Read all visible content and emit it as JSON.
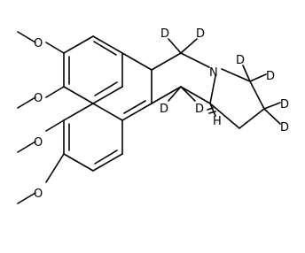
{
  "molecule": {
    "atoms": {
      "oxygen": "O",
      "nitrogen": "N",
      "deuterium": "D",
      "hydrogen": "H"
    }
  }
}
